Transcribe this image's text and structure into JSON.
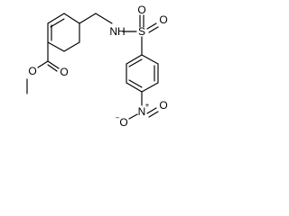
{
  "molecule": {
    "atoms": {
      "ester_o_methyl": "O",
      "ester_o_carbonyl": "O",
      "amine": "NH",
      "sulfur": "S",
      "sulfonyl_o_left": "O",
      "sulfonyl_o_right": "O",
      "nitro_n": "N",
      "nitro_o_single": "O",
      "nitro_o_double": "O"
    },
    "charges": {
      "nitro_n": "+",
      "nitro_o_single": "−"
    }
  }
}
